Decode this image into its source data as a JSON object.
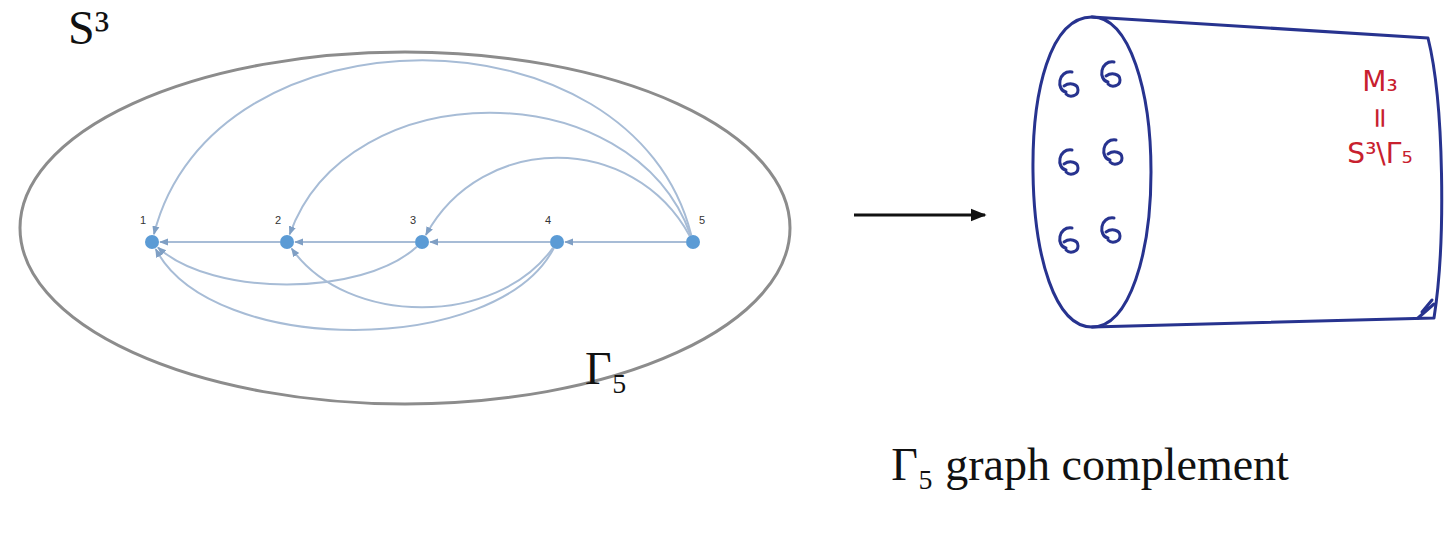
{
  "diagram": {
    "caption": "Γ₅ graph complement",
    "nodes": [
      {
        "text": [
          "S³",
          "Γ₅"
        ]
      },
      {
        "text": [
          "1"
        ],
        "in": 0
      },
      {
        "text": [
          "2"
        ],
        "in": 0
      },
      {
        "text": [
          "3"
        ],
        "in": 0
      },
      {
        "text": [
          "4"
        ],
        "in": 0
      },
      {
        "text": [
          "5"
        ],
        "in": 0
      },
      {
        "text": [
          "M₃",
          "=",
          "S³\\Γ₅"
        ]
      }
    ],
    "edges": [
      {
        "from": 5,
        "to": 4,
        "arrow": "to"
      },
      {
        "from": 4,
        "to": 3,
        "arrow": "to"
      },
      {
        "from": 3,
        "to": 2,
        "arrow": "to"
      },
      {
        "from": 2,
        "to": 1,
        "arrow": "to"
      },
      {
        "from": 5,
        "to": 1,
        "arrow": "to"
      },
      {
        "from": 5,
        "to": 2,
        "arrow": "to"
      },
      {
        "from": 5,
        "to": 3,
        "arrow": "to"
      },
      {
        "from": 4,
        "to": 1,
        "arrow": "to"
      },
      {
        "from": 4,
        "to": 2,
        "arrow": "to"
      },
      {
        "from": 3,
        "to": 1,
        "arrow": "to"
      },
      {
        "from": 0,
        "to": 6,
        "arrow": "to"
      }
    ]
  }
}
